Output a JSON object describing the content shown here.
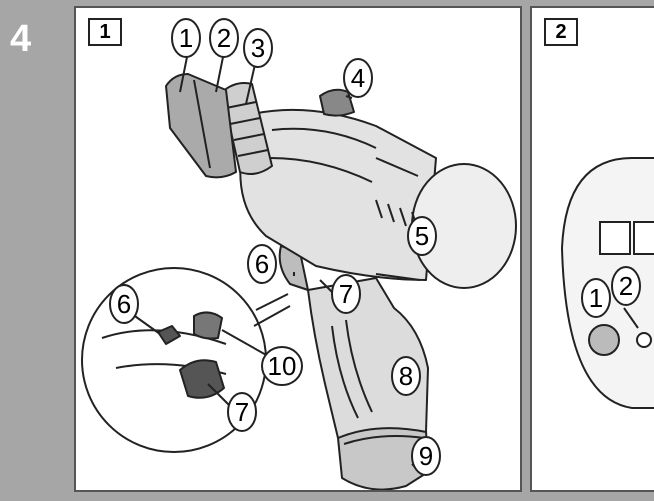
{
  "figure": {
    "step_number": "4",
    "panels": [
      {
        "label": "1",
        "callouts": [
          "1",
          "2",
          "3",
          "4",
          "5",
          "6",
          "7",
          "8",
          "9",
          "6",
          "10",
          "7"
        ]
      },
      {
        "label": "2",
        "callouts": [
          "1",
          "2"
        ]
      }
    ]
  }
}
